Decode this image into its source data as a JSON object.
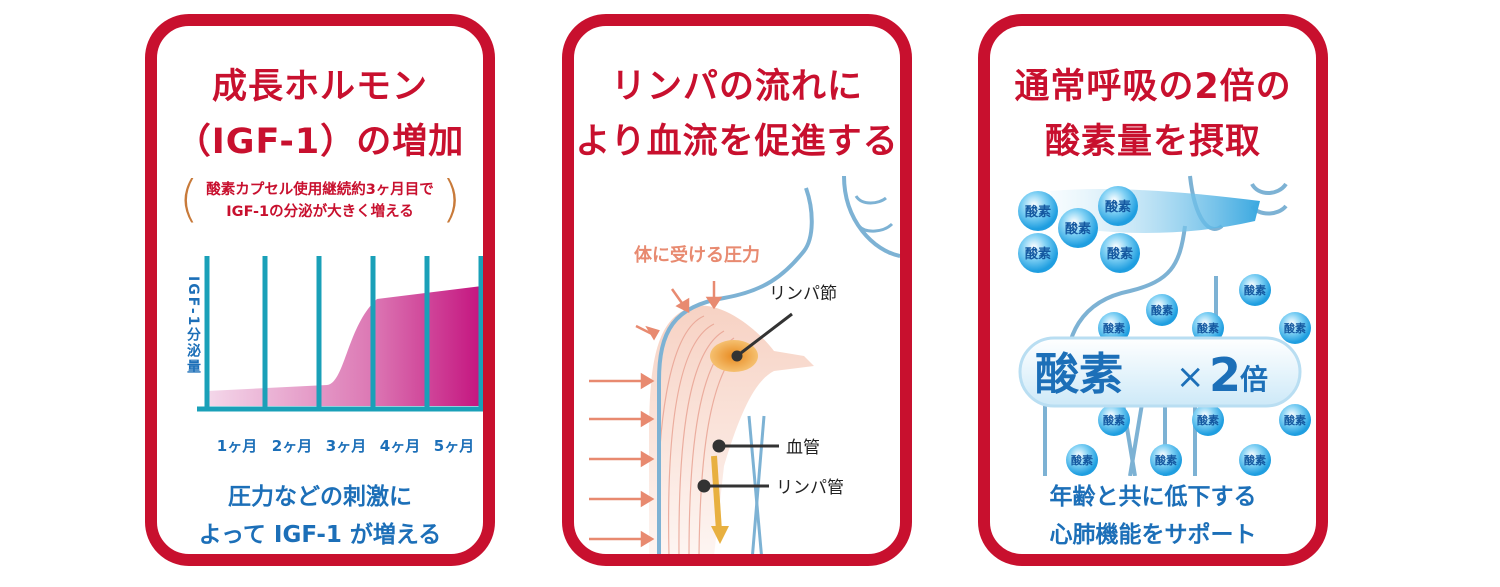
{
  "cards": [
    {
      "title": "成長ホルモン\n（IGF-1）の増加",
      "note": "酸素カプセル使用継続約3ヶ月目で\nIGF-1の分泌が大きく増える",
      "ylabel": "IGF-1分泌量",
      "months": [
        "1ヶ月",
        "2ヶ月",
        "3ヶ月",
        "4ヶ月",
        "5ヶ月"
      ],
      "bottom": "圧力などの刺激に\nよって IGF-1 が増える"
    },
    {
      "title": "リンパの流れに\nより血流を促進する",
      "pressure_label": "体に受ける圧力",
      "label_node": "リンパ節",
      "label_vessel": "血管",
      "label_lymph_vessel": "リンパ管"
    },
    {
      "title": "通常呼吸の2倍の\n酸素量を摂取",
      "oxygen": "酸素",
      "badge_main": "酸素",
      "badge_times": "×",
      "badge_num": "2",
      "badge_unit": "倍",
      "bottom": "年齢と共に低下する\n心肺機能をサポート"
    }
  ],
  "colors": {
    "red": "#c8102e",
    "blue": "#1c6fb8",
    "teal": "#1aa0b8",
    "magenta": "#c4147f",
    "orange": "#e0893a"
  },
  "chart_data": {
    "type": "area",
    "categories": [
      "1ヶ月",
      "2ヶ月",
      "3ヶ月",
      "4ヶ月",
      "5ヶ月"
    ],
    "ylabel": "IGF-1分泌量",
    "series": [
      {
        "values": [
          0.05,
          0.08,
          0.55,
          0.57,
          0.6
        ]
      }
    ]
  }
}
